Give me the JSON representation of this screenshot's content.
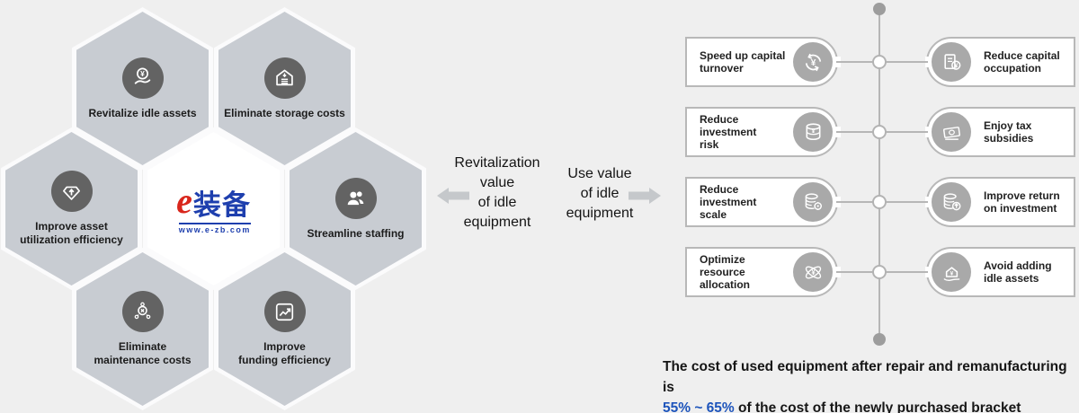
{
  "canvas": {
    "background": "#efefef"
  },
  "logo": {
    "mark": "e",
    "name": "装备",
    "url": "www.e-zb.com",
    "mark_color": "#d9261c",
    "text_color": "#1e3fae"
  },
  "hex_cluster": {
    "fill_color": "#c8ccd2",
    "icon_circle_color": "#636363",
    "items": [
      {
        "label": "Revitalize idle assets",
        "icon": "hand-coin-icon"
      },
      {
        "label": "Eliminate storage costs",
        "icon": "warehouse-icon"
      },
      {
        "label": "Improve asset\nutilization efficiency",
        "icon": "gem-up-icon"
      },
      {
        "label": "Streamline staffing",
        "icon": "people-icon"
      },
      {
        "label": "Eliminate\nmaintenance costs",
        "icon": "gear-x-icon"
      },
      {
        "label": "Improve\nfunding efficiency",
        "icon": "chart-icon"
      }
    ]
  },
  "center": {
    "left_label": "Revitalization\nvalue\nof idle\nequipment",
    "right_label": "Use value\nof idle\nequipment",
    "arrow_color": "#c5c8cb"
  },
  "timeline": {
    "line_color": "#b6b6b6",
    "icon_circle_color": "#a9a9a9",
    "rows": [
      {
        "left": {
          "label": "Speed up capital\nturnover",
          "icon": "yen-refresh-icon"
        },
        "right": {
          "label": "Reduce capital\noccupation",
          "icon": "doc-yen-icon"
        }
      },
      {
        "left": {
          "label": "Reduce investment\nrisk",
          "icon": "coins-yen-icon"
        },
        "right": {
          "label": "Enjoy tax subsidies",
          "icon": "cash-icon"
        }
      },
      {
        "left": {
          "label": "Reduce investment\nscale",
          "icon": "coins-gear-icon"
        },
        "right": {
          "label": "Improve return\non investment",
          "icon": "coins-up-icon"
        }
      },
      {
        "left": {
          "label": "Optimize resource\nallocation",
          "icon": "atom-yen-icon"
        },
        "right": {
          "label": "Avoid adding\nidle assets",
          "icon": "house-hand-icon"
        }
      }
    ]
  },
  "footnote": {
    "line1": "The cost of used equipment after repair and remanufacturing is",
    "highlight": "55% ~ 65%",
    "rest": " of the cost of the newly purchased bracket",
    "highlight_color": "#1d54bb"
  }
}
